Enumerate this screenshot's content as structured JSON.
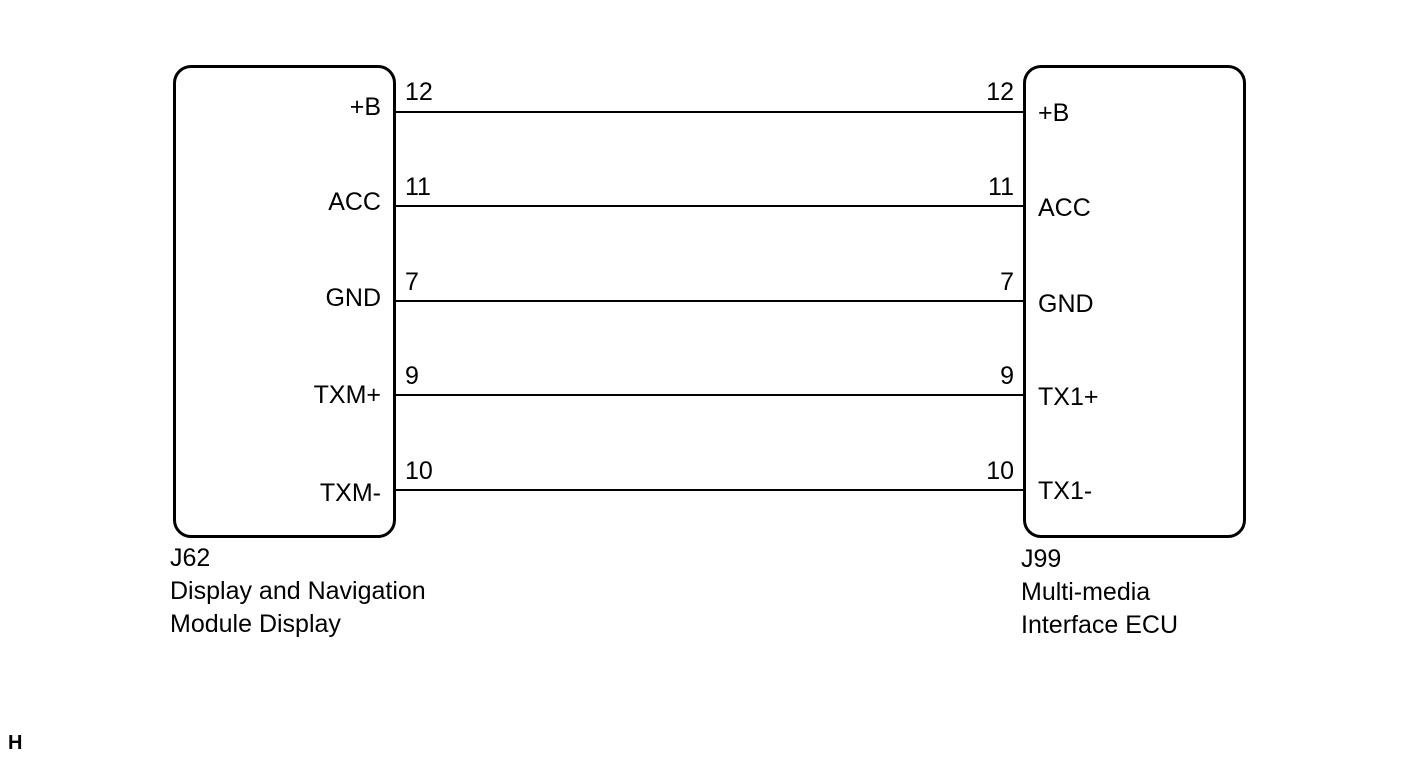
{
  "left_component": {
    "code": "J62",
    "name_line1": "Display and Navigation",
    "name_line2": "Module Display"
  },
  "right_component": {
    "code": "J99",
    "name_line1": "Multi-media",
    "name_line2": "Interface ECU"
  },
  "wires": [
    {
      "left_terminal": "+B",
      "left_pin": "12",
      "right_pin": "12",
      "right_terminal": "+B"
    },
    {
      "left_terminal": "ACC",
      "left_pin": "11",
      "right_pin": "11",
      "right_terminal": "ACC"
    },
    {
      "left_terminal": "GND",
      "left_pin": "7",
      "right_pin": "7",
      "right_terminal": "GND"
    },
    {
      "left_terminal": "TXM+",
      "left_pin": "9",
      "right_pin": "9",
      "right_terminal": "TX1+"
    },
    {
      "left_terminal": "TXM-",
      "left_pin": "10",
      "right_pin": "10",
      "right_terminal": "TX1-"
    }
  ],
  "footer_mark": "H",
  "colors": {
    "line": "#000000",
    "background": "#ffffff"
  }
}
